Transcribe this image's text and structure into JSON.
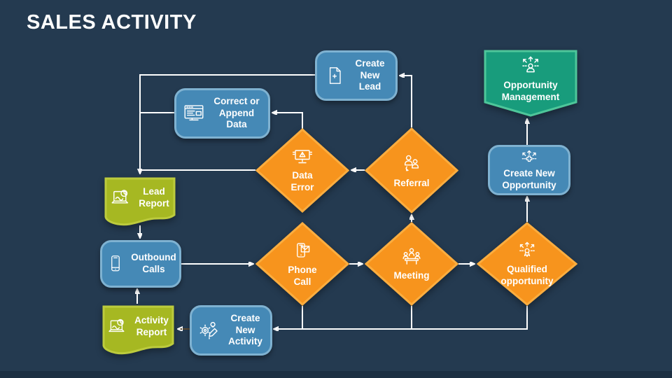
{
  "title": "SALES ACTIVITY",
  "theme": {
    "bg": "#243A50",
    "footer": "#1C2F42",
    "line": "#FFFFFF",
    "text": "#FFFFFF",
    "blue_fill": "#4589B6",
    "blue_border": "#7FB2D1",
    "orange_fill": "#F7941D",
    "orange_border": "#FBAD3F",
    "green_fill": "#189C7C",
    "green_border": "#4EC69A",
    "lime_fill": "#A6B822",
    "lime_border": "#BCCB3D",
    "dark_arrow": "#5B4A33"
  },
  "nodes": {
    "create_new_lead": {
      "label": "Create New Lead",
      "shape": "rounded-rectangle",
      "color": "blue",
      "icon": "document-plus"
    },
    "correct_append_data": {
      "label": "Correct or Append Data",
      "shape": "rounded-rectangle",
      "color": "blue",
      "icon": "browser-data"
    },
    "opportunity_management": {
      "label": "Opportunity Management",
      "shape": "banner",
      "color": "green",
      "icon": "person-radiating-arrows"
    },
    "create_new_opportunity": {
      "label": "Create New Opportunity",
      "shape": "rounded-rectangle",
      "color": "blue",
      "icon": "plus-radiating-arrows"
    },
    "lead_report": {
      "label": "Lead Report",
      "shape": "wavy-flag",
      "color": "lime",
      "icon": "laptop-chart"
    },
    "outbound_calls": {
      "label": "Outbound Calls",
      "shape": "rounded-rectangle",
      "color": "blue",
      "icon": "smartphone"
    },
    "activity_report": {
      "label": "Activity Report",
      "shape": "wavy-flag",
      "color": "lime",
      "icon": "laptop-chart"
    },
    "create_new_activity": {
      "label": "Create New Activity",
      "shape": "rounded-rectangle",
      "color": "blue",
      "icon": "gear-pencil-bulb"
    },
    "data_error": {
      "label": "Data Error",
      "shape": "diamond",
      "color": "orange",
      "icon": "monitor-warning"
    },
    "referral": {
      "label": "Referral",
      "shape": "diamond",
      "color": "orange",
      "icon": "two-people-arrow"
    },
    "phone_call": {
      "label": "Phone Call",
      "shape": "diamond",
      "color": "orange",
      "icon": "phone-envelope"
    },
    "meeting": {
      "label": "Meeting",
      "shape": "diamond",
      "color": "orange",
      "icon": "meeting-table"
    },
    "qualified_opportunity": {
      "label": "Qualified opportunity",
      "shape": "diamond",
      "color": "orange",
      "icon": "badge-radiating-arrows"
    }
  },
  "connections": [
    "referral -> create_new_lead",
    "referral -> data_error",
    "data_error -> correct_append_data",
    "create_new_lead / correct_append_data / data_error -> lead_report",
    "lead_report -> outbound_calls",
    "activity_report -> outbound_calls",
    "outbound_calls -> phone_call",
    "phone_call -> meeting",
    "meeting -> qualified_opportunity",
    "meeting -> referral",
    "qualified_opportunity -> create_new_opportunity",
    "create_new_opportunity -> opportunity_management",
    "phone_call / meeting / qualified_opportunity -> create_new_activity",
    "create_new_activity -> activity_report"
  ]
}
